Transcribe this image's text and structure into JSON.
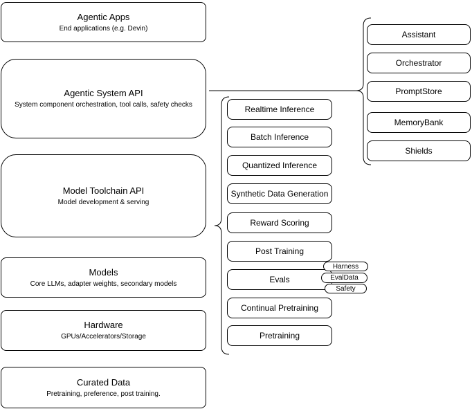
{
  "diagram": {
    "title": "Agentic system stack diagram",
    "colors": {
      "stroke": "#000000",
      "fill": "#ffffff",
      "text": "#000000"
    },
    "layers": [
      {
        "title": "Agentic Apps",
        "subtitle": "End applications (e.g. Devin)"
      },
      {
        "title": "Agentic System API",
        "subtitle": "System component orchestration, tool calls, safety checks"
      },
      {
        "title": "Model Toolchain API",
        "subtitle": "Model development & serving"
      },
      {
        "title": "Models",
        "subtitle": "Core LLMs, adapter weights, secondary models"
      },
      {
        "title": "Hardware",
        "subtitle": "GPUs/Accelerators/Storage"
      },
      {
        "title": "Curated Data",
        "subtitle": "Pretraining, preference, post training."
      }
    ],
    "toolchain_items": [
      "Realtime Inference",
      "Batch Inference",
      "Quantized Inference",
      "Synthetic Data Generation",
      "Reward Scoring",
      "Post Training",
      "Evals",
      "Continual Pretraining",
      "Pretraining"
    ],
    "eval_tags": [
      "Harness",
      "EvalData",
      "Safety"
    ],
    "system_components": [
      "Assistant",
      "Orchestrator",
      "PromptStore",
      "MemoryBank",
      "Shields"
    ]
  }
}
